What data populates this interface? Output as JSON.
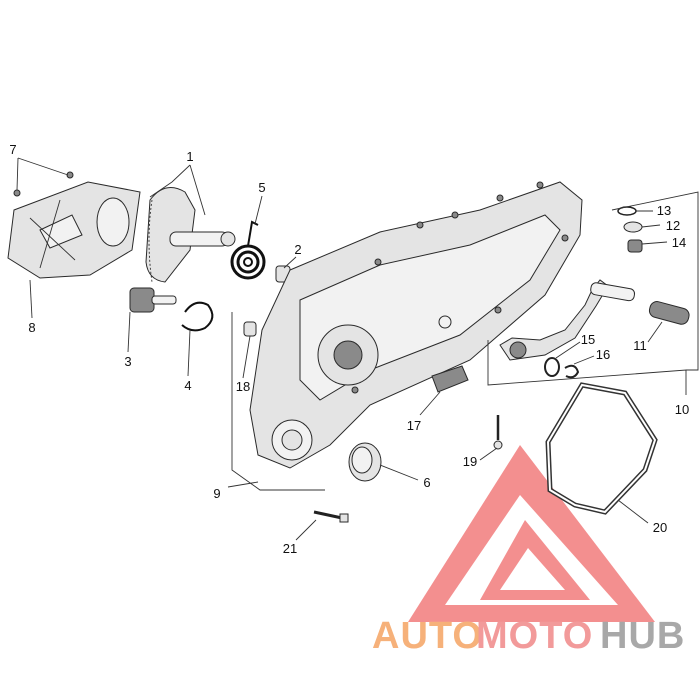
{
  "callouts": [
    {
      "key": "1",
      "text": "1"
    },
    {
      "key": "2",
      "text": "2"
    },
    {
      "key": "3",
      "text": "3"
    },
    {
      "key": "4",
      "text": "4"
    },
    {
      "key": "5",
      "text": "5"
    },
    {
      "key": "6",
      "text": "6"
    },
    {
      "key": "7",
      "text": "7"
    },
    {
      "key": "8",
      "text": "8"
    },
    {
      "key": "9",
      "text": "9"
    },
    {
      "key": "10",
      "text": "10"
    },
    {
      "key": "11",
      "text": "11"
    },
    {
      "key": "12",
      "text": "12"
    },
    {
      "key": "13",
      "text": "13"
    },
    {
      "key": "14",
      "text": "14"
    },
    {
      "key": "15",
      "text": "15"
    },
    {
      "key": "16",
      "text": "16"
    },
    {
      "key": "17",
      "text": "17"
    },
    {
      "key": "18",
      "text": "18"
    },
    {
      "key": "19",
      "text": "19"
    },
    {
      "key": "20",
      "text": "20"
    },
    {
      "key": "21",
      "text": "21"
    }
  ],
  "watermark": {
    "part1": "AUTO",
    "part2": "MOTO",
    "part3": "HUB",
    "color1": "#f6b17a",
    "color2": "#f29a9a",
    "color3": "#a8a8a8",
    "logo_color": "#ef6a6a"
  }
}
